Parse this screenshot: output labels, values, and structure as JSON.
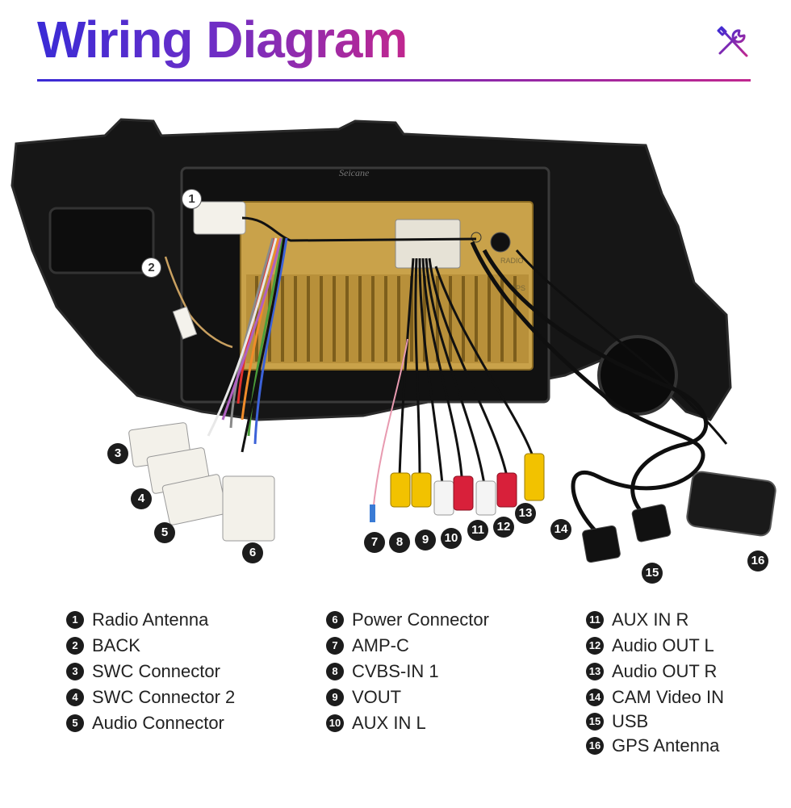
{
  "header": {
    "title": "Wiring Diagram",
    "icon": "tools-icon",
    "accent_start": "#3a2bd6",
    "accent_end": "#c0278f"
  },
  "unit": {
    "brand": "Seicane",
    "radio_label": "RADIO",
    "gps_label": "GPS"
  },
  "callouts": [
    "1",
    "2",
    "3",
    "4",
    "5",
    "6",
    "7",
    "8",
    "9",
    "10",
    "11",
    "12",
    "13",
    "14",
    "15",
    "16"
  ],
  "legend": [
    {
      "num": "1",
      "label": "Radio Antenna"
    },
    {
      "num": "2",
      "label": "BACK"
    },
    {
      "num": "3",
      "label": "SWC Connector"
    },
    {
      "num": "4",
      "label": "SWC Connector 2"
    },
    {
      "num": "5",
      "label": "Audio Connector"
    },
    {
      "num": "6",
      "label": "Power Connector"
    },
    {
      "num": "7",
      "label": "AMP-C"
    },
    {
      "num": "8",
      "label": "CVBS-IN 1"
    },
    {
      "num": "9",
      "label": "VOUT"
    },
    {
      "num": "10",
      "label": "AUX IN L"
    },
    {
      "num": "11",
      "label": "AUX IN R"
    },
    {
      "num": "12",
      "label": "Audio OUT L"
    },
    {
      "num": "13",
      "label": "Audio OUT R"
    },
    {
      "num": "14",
      "label": "CAM Video IN"
    },
    {
      "num": "15",
      "label": "USB"
    },
    {
      "num": "16",
      "label": "GPS Antenna"
    }
  ],
  "colors": {
    "frame": "#151515",
    "board": "#c9a24a",
    "rca_yellow": "#f2c200",
    "rca_red": "#d8203a",
    "rca_white": "#f4f4f4",
    "connector": "#f3f1ea"
  }
}
